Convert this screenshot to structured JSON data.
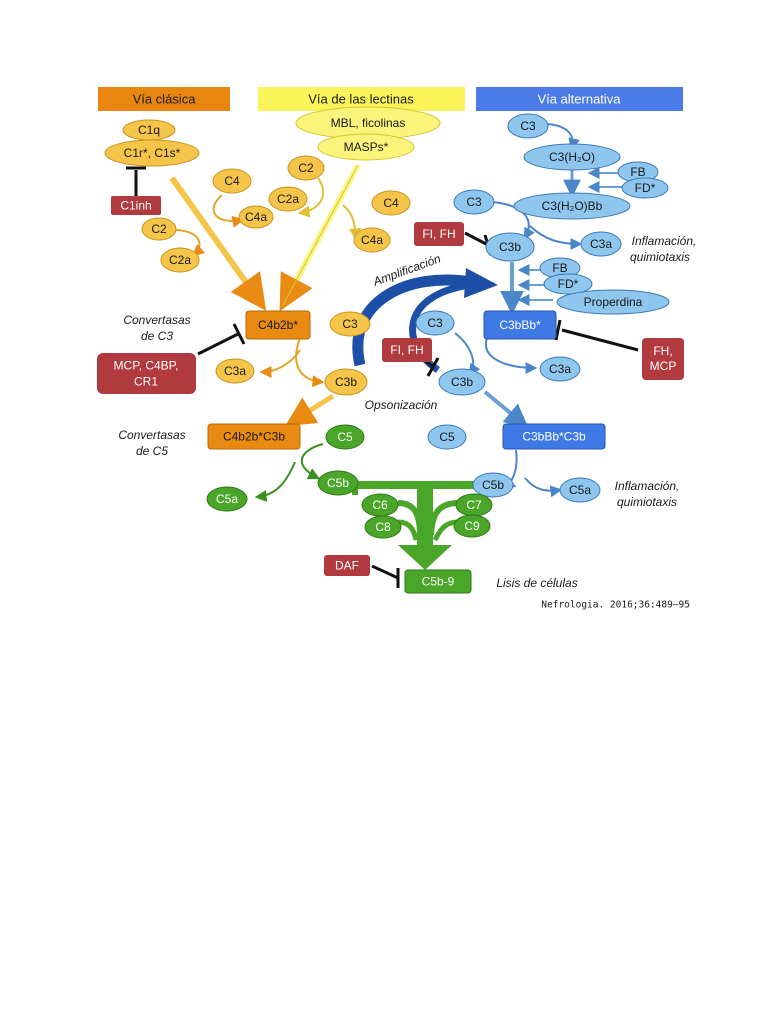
{
  "headers": {
    "classic": "Vía clásica",
    "lectin": "Vía de las lectinas",
    "alternative": "Vía alternativa"
  },
  "classic": {
    "c1q": "C1q",
    "c1r_c1s": "C1r*, C1s*",
    "c1inh": "C1inh",
    "c4": "C4",
    "c4a": "C4a",
    "c2": "C2",
    "c2a": "C2a",
    "c3_convertase": "C4b2b*",
    "c3": "C3",
    "c3a": "C3a",
    "c3b": "C3b",
    "regulators": "MCP, C4BP, CR1",
    "c5_convertase": "C4b2b*C3b",
    "c5": "C5",
    "c5a": "C5a",
    "c5b": "C5b"
  },
  "lectin": {
    "mbl": "MBL, ficolinas",
    "masps": "MASPs*",
    "c2": "C2",
    "c2a": "C2a",
    "c4": "C4",
    "c4a": "C4a"
  },
  "alternative": {
    "c3": "C3",
    "c3h2o": "C3(H₂O)",
    "fb": "FB",
    "fd": "FD*",
    "c3h2obb": "C3(H₂O)Bb",
    "c3_2": "C3",
    "fi_fh": "FI, FH",
    "c3b": "C3b",
    "c3a": "C3a",
    "fb2": "FB",
    "fd2": "FD*",
    "properdina": "Properdina",
    "c3_convertase": "C3bBb*",
    "c3_3": "C3",
    "fi_fh2": "FI, FH",
    "c3b_2": "C3b",
    "c3a_2": "C3a",
    "fh_mcp": "FH,\nMCP",
    "c5": "C5",
    "c5_convertase": "C3bBb*C3b",
    "c5b": "C5b",
    "c5a": "C5a"
  },
  "terminal": {
    "c6": "C6",
    "c7": "C7",
    "c8": "C8",
    "c9": "C9",
    "daf": "DAF",
    "mac": "C5b-9"
  },
  "notes": {
    "amplificacion": "Amplificación",
    "inflamacion1_l1": "Inflamación,",
    "inflamacion1_l2": "quimiotaxis",
    "convertasas_c3_l1": "Convertasas",
    "convertasas_c3_l2": "de C3",
    "opsonizacion": "Opsonización",
    "convertasas_c5_l1": "Convertasas",
    "convertasas_c5_l2": "de C5",
    "inflamacion2_l1": "Inflamación,",
    "inflamacion2_l2": "quimiotaxis",
    "lisis": "Lisis de células"
  },
  "citation": "Nefrologia. 2016;36:489–95",
  "colors": {
    "classic_header": "#e8860f",
    "lectin_header": "#fbf35a",
    "alternative_header": "#4b7be6",
    "classic_node": "#f5c54a",
    "classic_box": "#e98a12",
    "lectin_node": "#fbf47a",
    "alt_node": "#8ec6ee",
    "alt_box": "#3f79e6",
    "alt_dark_arrow": "#1d4fa6",
    "regulator": "#b03a3e",
    "terminal": "#4aa628",
    "terminal_light": "#8fd04e"
  }
}
